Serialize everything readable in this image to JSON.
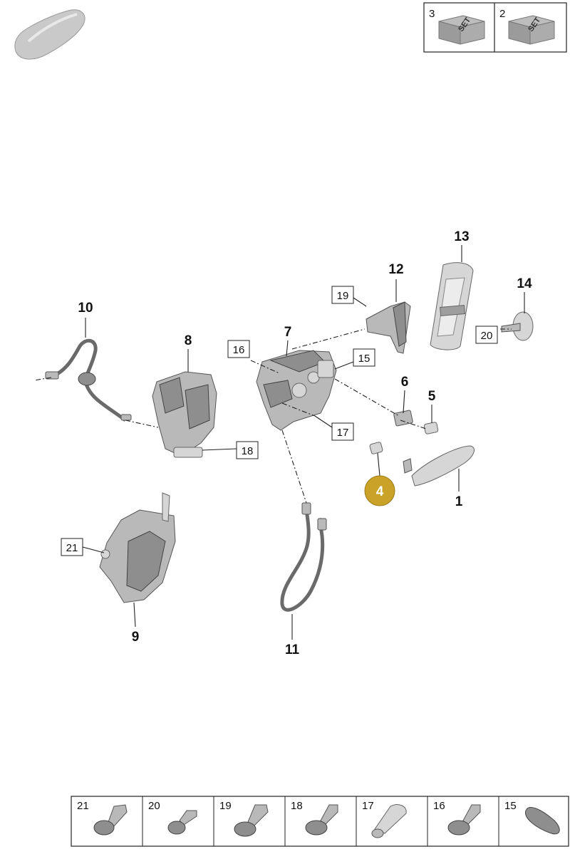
{
  "header": {
    "set_boxes": [
      {
        "num": "3",
        "badge": "SET"
      },
      {
        "num": "2",
        "badge": "SET"
      }
    ]
  },
  "highlight": {
    "num": "4",
    "color": "#c9a227"
  },
  "callouts": {
    "bold": [
      "1",
      "5",
      "6",
      "7",
      "8",
      "9",
      "10",
      "11",
      "12",
      "13",
      "14"
    ],
    "boxed": [
      "15",
      "16",
      "17",
      "18",
      "19",
      "20",
      "21"
    ]
  },
  "footer": {
    "cells": [
      "21",
      "20",
      "19",
      "18",
      "17",
      "16",
      "15"
    ]
  }
}
